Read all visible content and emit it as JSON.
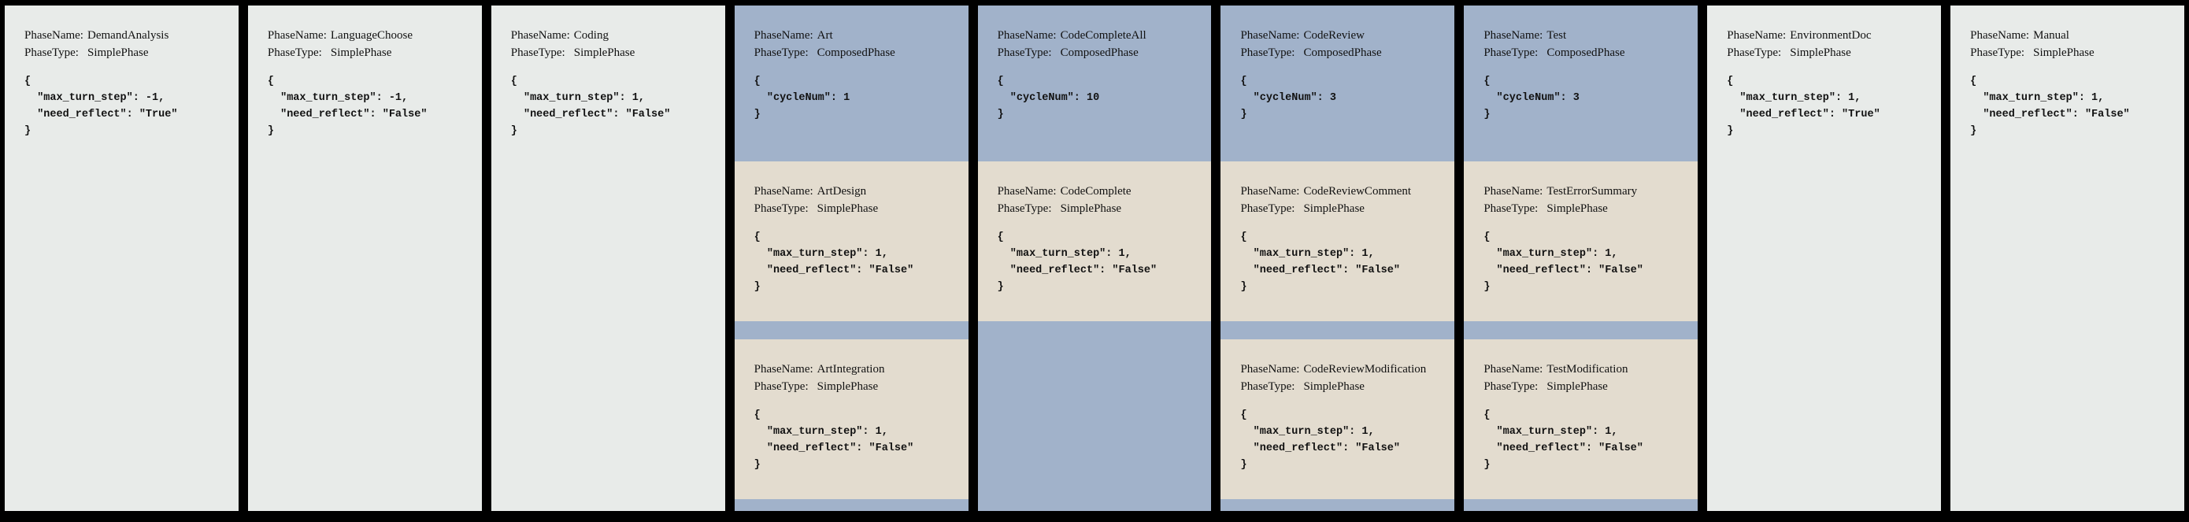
{
  "labels": {
    "phase_name": "PhaseName:",
    "phase_type": "PhaseType:"
  },
  "colors": {
    "background": "#000000",
    "simple_card": "#e8ebe9",
    "composed_card": "#a1b2ca",
    "subphase_card": "#e3dccf",
    "text": "#111111"
  },
  "phases": [
    {
      "name": "DemandAnalysis",
      "type": "SimplePhase",
      "config_lines": [
        "{",
        "  \"max_turn_step\": -1,",
        "  \"need_reflect\": \"True\"",
        "}"
      ],
      "subphases": []
    },
    {
      "name": "LanguageChoose",
      "type": "SimplePhase",
      "config_lines": [
        "{",
        "  \"max_turn_step\": -1,",
        "  \"need_reflect\": \"False\"",
        "}"
      ],
      "subphases": []
    },
    {
      "name": "Coding",
      "type": "SimplePhase",
      "config_lines": [
        "{",
        "  \"max_turn_step\": 1,",
        "  \"need_reflect\": \"False\"",
        "}"
      ],
      "subphases": []
    },
    {
      "name": "Art",
      "type": "ComposedPhase",
      "config_lines": [
        "{",
        "  \"cycleNum\": 1",
        "}"
      ],
      "subphases": [
        {
          "name": "ArtDesign",
          "type": "SimplePhase",
          "config_lines": [
            "{",
            "  \"max_turn_step\": 1,",
            "  \"need_reflect\": \"False\"",
            "}"
          ]
        },
        {
          "name": "ArtIntegration",
          "type": "SimplePhase",
          "config_lines": [
            "{",
            "  \"max_turn_step\": 1,",
            "  \"need_reflect\": \"False\"",
            "}"
          ]
        }
      ]
    },
    {
      "name": "CodeCompleteAll",
      "type": "ComposedPhase",
      "config_lines": [
        "{",
        "  \"cycleNum\": 10",
        "}"
      ],
      "subphases": [
        {
          "name": "CodeComplete",
          "type": "SimplePhase",
          "config_lines": [
            "{",
            "  \"max_turn_step\": 1,",
            "  \"need_reflect\": \"False\"",
            "}"
          ]
        }
      ]
    },
    {
      "name": "CodeReview",
      "type": "ComposedPhase",
      "config_lines": [
        "{",
        "  \"cycleNum\": 3",
        "}"
      ],
      "subphases": [
        {
          "name": "CodeReviewComment",
          "type": "SimplePhase",
          "config_lines": [
            "{",
            "  \"max_turn_step\": 1,",
            "  \"need_reflect\": \"False\"",
            "}"
          ]
        },
        {
          "name": "CodeReviewModification",
          "type": "SimplePhase",
          "config_lines": [
            "{",
            "  \"max_turn_step\": 1,",
            "  \"need_reflect\": \"False\"",
            "}"
          ]
        }
      ]
    },
    {
      "name": "Test",
      "type": "ComposedPhase",
      "config_lines": [
        "{",
        "  \"cycleNum\": 3",
        "}"
      ],
      "subphases": [
        {
          "name": "TestErrorSummary",
          "type": "SimplePhase",
          "config_lines": [
            "{",
            "  \"max_turn_step\": 1,",
            "  \"need_reflect\": \"False\"",
            "}"
          ]
        },
        {
          "name": "TestModification",
          "type": "SimplePhase",
          "config_lines": [
            "{",
            "  \"max_turn_step\": 1,",
            "  \"need_reflect\": \"False\"",
            "}"
          ]
        }
      ]
    },
    {
      "name": "EnvironmentDoc",
      "type": "SimplePhase",
      "config_lines": [
        "{",
        "  \"max_turn_step\": 1,",
        "  \"need_reflect\": \"True\"",
        "}"
      ],
      "subphases": []
    },
    {
      "name": "Manual",
      "type": "SimplePhase",
      "config_lines": [
        "{",
        "  \"max_turn_step\": 1,",
        "  \"need_reflect\": \"False\"",
        "}"
      ],
      "subphases": []
    }
  ]
}
